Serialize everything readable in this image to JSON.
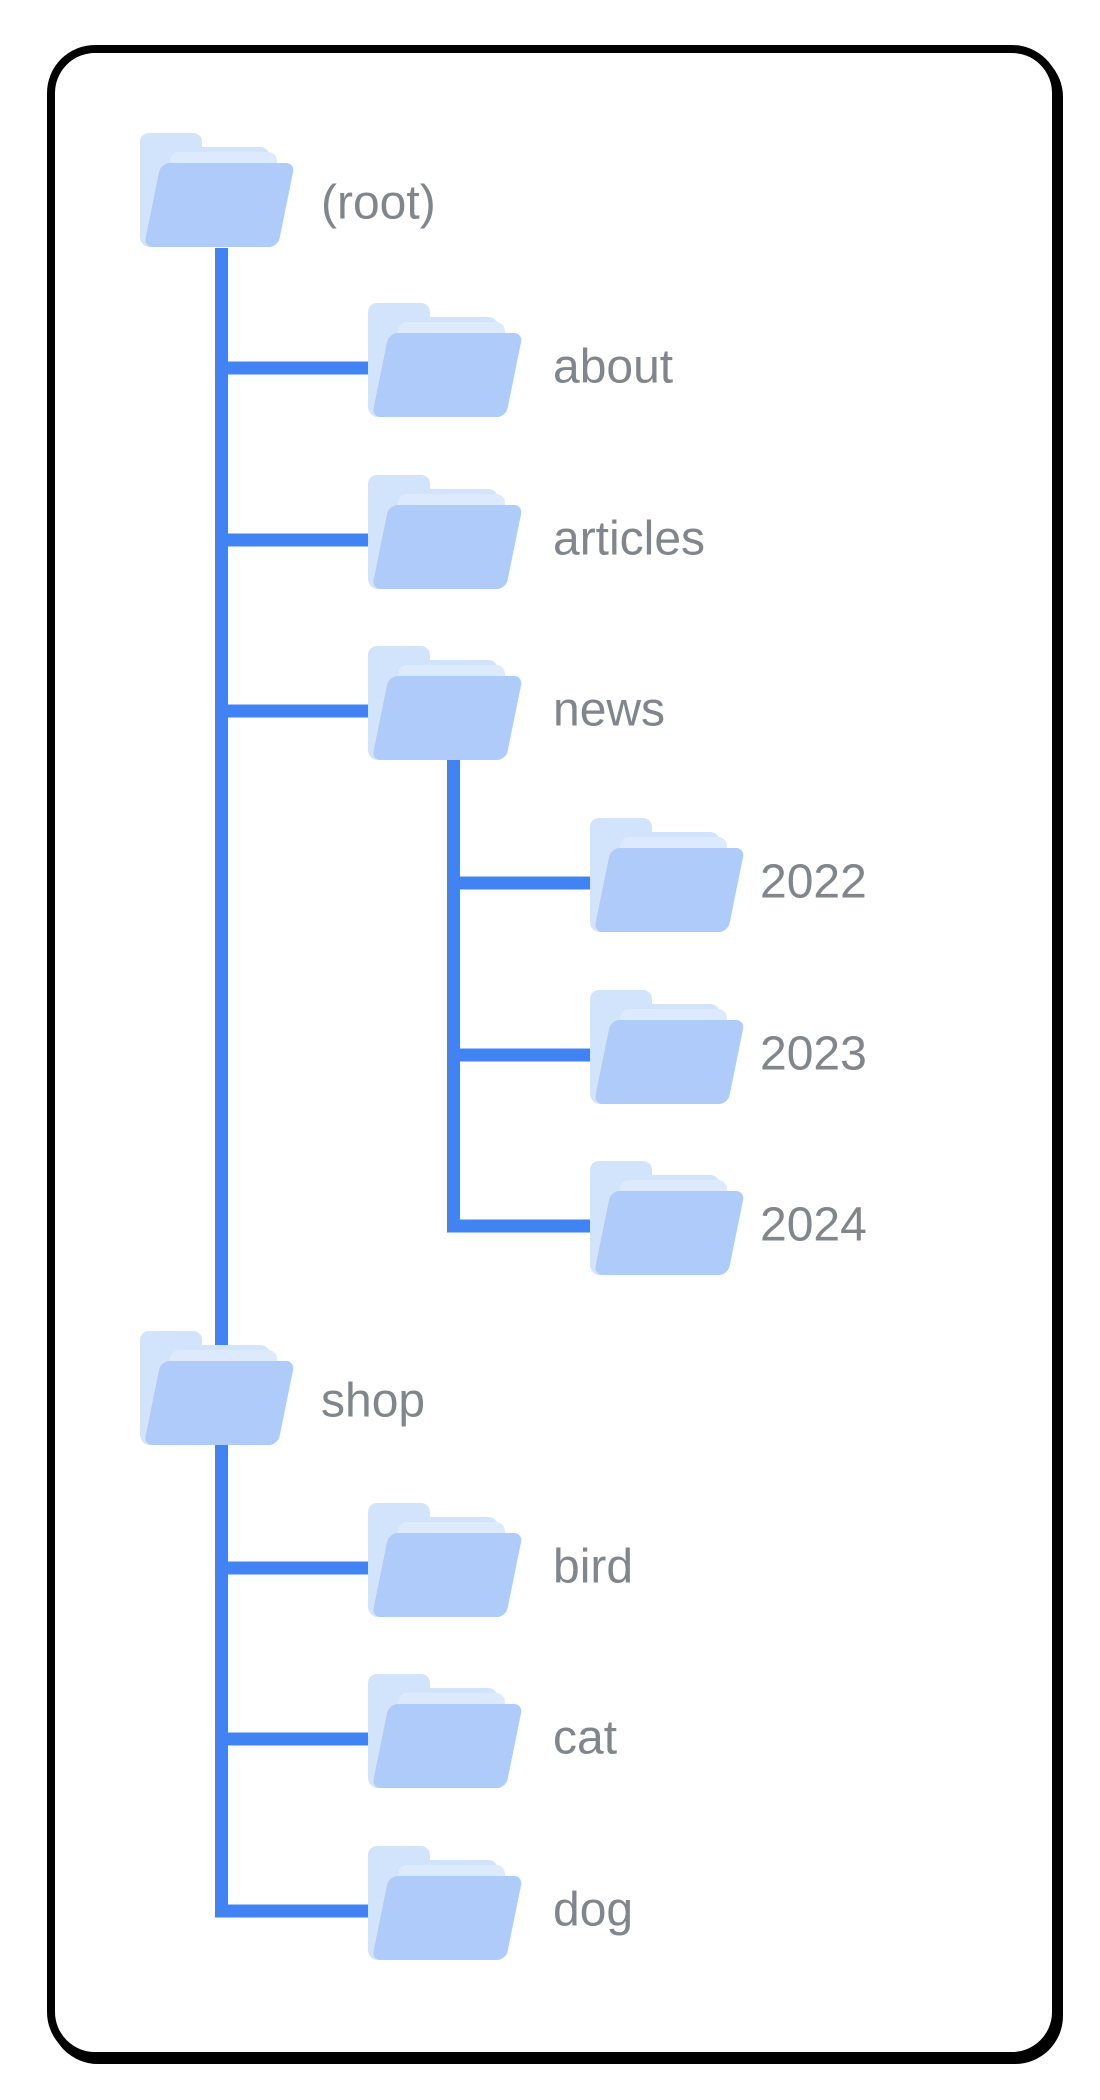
{
  "diagram": {
    "tree": {
      "label": "(root)",
      "icon": "open-folder-icon",
      "children": [
        {
          "label": "about",
          "icon": "open-folder-icon",
          "children": []
        },
        {
          "label": "articles",
          "icon": "open-folder-icon",
          "children": []
        },
        {
          "label": "news",
          "icon": "open-folder-icon",
          "children": [
            {
              "label": "2022",
              "icon": "open-folder-icon"
            },
            {
              "label": "2023",
              "icon": "open-folder-icon"
            },
            {
              "label": "2024",
              "icon": "open-folder-icon"
            }
          ]
        },
        {
          "label": "shop",
          "icon": "open-folder-icon",
          "children": [
            {
              "label": "bird",
              "icon": "open-folder-icon"
            },
            {
              "label": "cat",
              "icon": "open-folder-icon"
            },
            {
              "label": "dog",
              "icon": "open-folder-icon"
            }
          ]
        }
      ]
    }
  },
  "colors": {
    "line": "#4283f4",
    "folder-back": "#d2e3fc",
    "folder-paper": "#dde9fd",
    "folder-front": "#aecbfa",
    "label": "#80868b",
    "card-border": "#000000",
    "background": "#ffffff"
  }
}
